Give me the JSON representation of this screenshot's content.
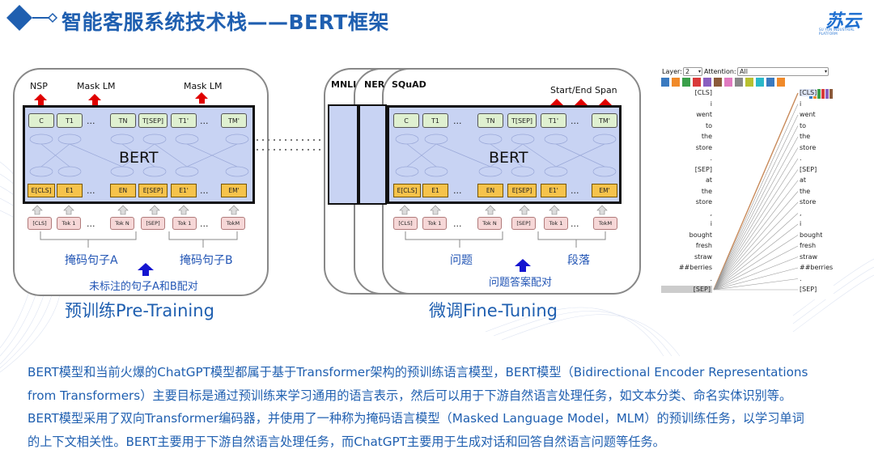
{
  "header": {
    "title": "智能客服系统技术栈——BERT框架",
    "logo_text": "苏云",
    "logo_sub": "SU YUN INDUSTRIAL PLATFORM"
  },
  "pretrain": {
    "top_labels": [
      "NSP",
      "Mask LM",
      "Mask LM"
    ],
    "model_label": "BERT",
    "outputs": [
      "C",
      "T1",
      "...",
      "TN",
      "T[SEP]",
      "T1'",
      "...",
      "TM'"
    ],
    "embeddings": [
      "E[CLS]",
      "E1",
      "...",
      "EN",
      "E[SEP]",
      "E1'",
      "...",
      "EM'"
    ],
    "inputs": [
      "[CLS]",
      "Tok 1",
      "...",
      "Tok N",
      "[SEP]",
      "Tok 1",
      "...",
      "TokM"
    ],
    "sentence_a": "掩码句子A",
    "sentence_b": "掩码句子B",
    "bottom_label": "未标注的句子A和B配对",
    "caption": "预训练Pre-Training"
  },
  "finetune": {
    "tabs": [
      "MNLI",
      "NER",
      "SQuAD"
    ],
    "top_label": "Start/End Span",
    "model_label": "BERT",
    "outputs": [
      "C",
      "T1",
      "...",
      "TN",
      "T[SEP]",
      "T1'",
      "...",
      "TM'"
    ],
    "embeddings": [
      "E[CLS]",
      "E1",
      "...",
      "EN",
      "E[SEP]",
      "E1'",
      "...",
      "EM'"
    ],
    "inputs": [
      "[CLS]",
      "Tok 1",
      "...",
      "Tok N",
      "[SEP]",
      "Tok 1",
      "...",
      "TokM"
    ],
    "question": "问题",
    "paragraph": "段落",
    "bottom_label": "问题答案配对",
    "caption": "微调Fine-Tuning"
  },
  "attention": {
    "layer_label": "Layer:",
    "layer_value": "2",
    "attention_label": "Attention:",
    "attention_value": "All",
    "swatch_colors": [
      "#3a7ac0",
      "#f08a2a",
      "#3aa04a",
      "#d93a3a",
      "#8a5fc0",
      "#8b5a3a",
      "#e07ac0",
      "#888888",
      "#b8c030",
      "#2ab8c8",
      "#3a7ac0",
      "#f08a2a"
    ],
    "left_tokens": [
      "[CLS]",
      "i",
      "went",
      "to",
      "the",
      "store",
      ".",
      "[SEP]",
      "at",
      "the",
      "store",
      ",",
      "i",
      "bought",
      "fresh",
      "straw",
      "##berries",
      ".",
      "[SEP]"
    ],
    "right_tokens": [
      "[CLS]",
      "i",
      "went",
      "to",
      "the",
      "store",
      ".",
      "[SEP]",
      "at",
      "the",
      "store",
      ",",
      "i",
      "bought",
      "fresh",
      "straw",
      "##berries",
      ".",
      "[SEP]"
    ]
  },
  "description": {
    "lines": [
      "BERT模型和当前火爆的ChatGPT模型都属于基于Transformer架构的预训练语言模型，BERT模型（Bidirectional Encoder Representations",
      "from Transformers）主要目标是通过预训练来学习通用的语言表示，然后可以用于下游自然语言处理任务，如文本分类、命名实体识别等。",
      "BERT模型采用了双向Transformer编码器，并使用了一种称为掩码语言模型（Masked Language Model，MLM）的预训练任务，以学习单词",
      "的上下文相关性。BERT主要用于下游自然语言处理任务，而ChatGPT主要用于生成对话和回答自然语言问题等任务。"
    ]
  }
}
